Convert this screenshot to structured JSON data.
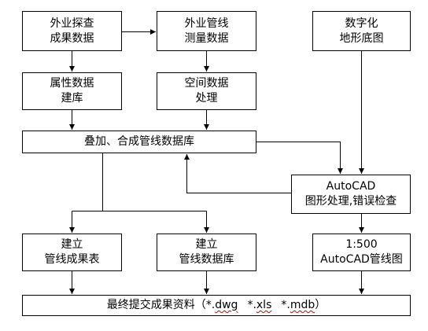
{
  "colors": {
    "line": "#000000",
    "box_border": "#000000",
    "box_fill": "#ffffff",
    "spellcheck_squiggle": "#cc0000"
  },
  "nodes": {
    "field_survey": {
      "lines": [
        "外业探查",
        "成果数据"
      ]
    },
    "field_measurement": {
      "lines": [
        "外业管线",
        "测量数据"
      ]
    },
    "digital_topo": {
      "lines": [
        "数字化",
        "地形底图"
      ]
    },
    "attribute_db": {
      "lines": [
        "属性数据",
        "建库"
      ]
    },
    "spatial_processing": {
      "lines": [
        "空间数据",
        "处理"
      ]
    },
    "merge_db": {
      "lines": [
        "叠加、合成管线数据库"
      ]
    },
    "autocad_check": {
      "lines": [
        "AutoCAD",
        "图形处理,错误检查"
      ]
    },
    "results_table": {
      "lines": [
        "建立",
        "管线成果表"
      ]
    },
    "pipeline_db": {
      "lines": [
        "建立",
        "管线数据库"
      ]
    },
    "autocad_map": {
      "lines": [
        "1:500",
        "AutoCAD管线图"
      ]
    }
  },
  "final": {
    "prefix": "最终提交成果资料（",
    "files": [
      {
        "glob": "*.",
        "ext": "dwg"
      },
      {
        "glob": "*.",
        "ext": "xls"
      },
      {
        "glob": "*.",
        "ext": "mdb"
      }
    ],
    "suffix": "）"
  }
}
